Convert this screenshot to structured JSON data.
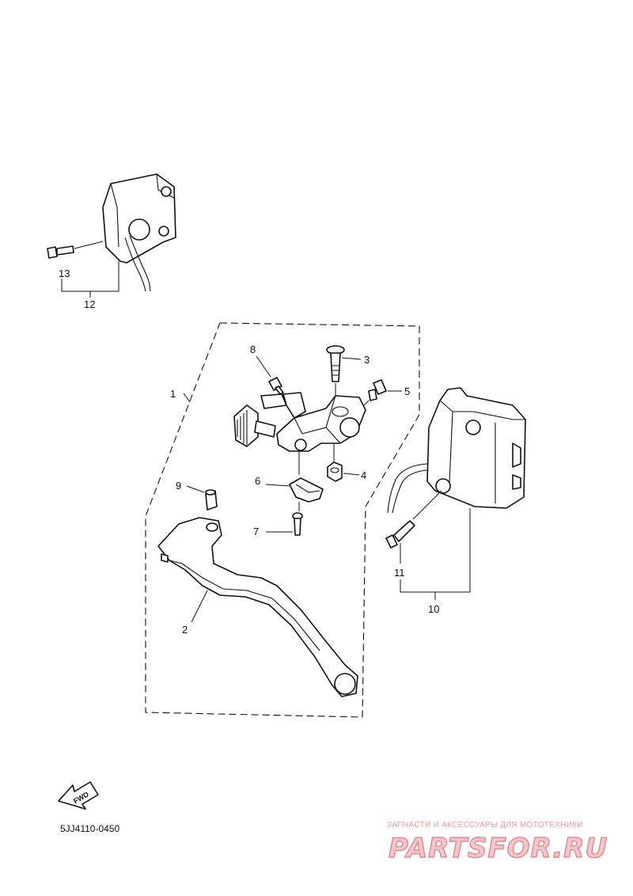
{
  "diagram": {
    "part_numbers": {
      "p1": "1",
      "p2": "2",
      "p3": "3",
      "p4": "4",
      "p5": "5",
      "p6": "6",
      "p7": "7",
      "p8": "8",
      "p9": "9",
      "p10": "10",
      "p11": "11",
      "p12": "12",
      "p13": "13"
    },
    "fwd_label": "FWD",
    "drawing_code": "5JJ4110-0450"
  },
  "watermark": {
    "tagline": "ЗАПЧАСТИ И АКСЕССУАРЫ ДЛЯ МОТОТЕХНИКИ",
    "logo": "PARTSFOR.RU",
    "colors": {
      "tagline": "#e59aa0",
      "logo_fill": "#f4c9cc",
      "logo_stroke": "#e48a92"
    }
  }
}
